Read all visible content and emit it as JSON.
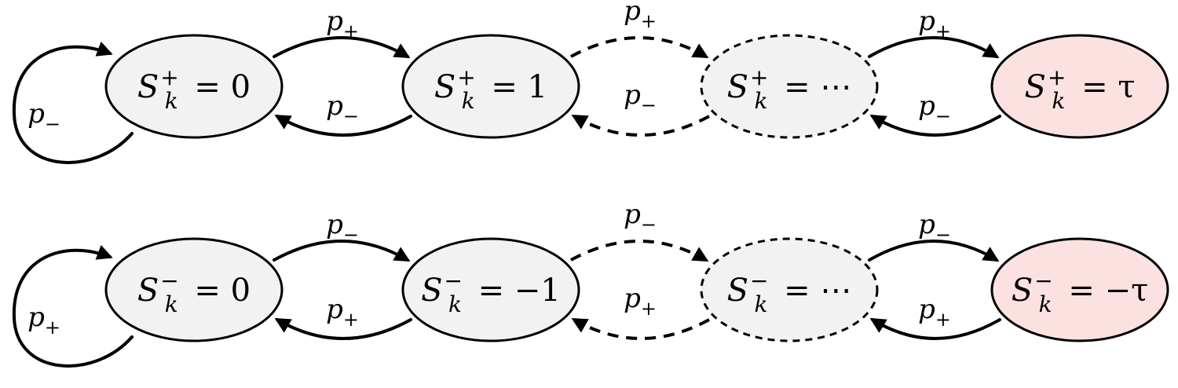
{
  "colors": {
    "node_fill": "#f2f2f2",
    "terminal_fill": "#fbe2e0",
    "stroke": "#000000"
  },
  "chains": [
    {
      "id": "positive",
      "sign": "+",
      "nodes": [
        {
          "var": "S",
          "sub": "k",
          "sup": "+",
          "rhs": "= 0",
          "fill": "node",
          "dashed": false
        },
        {
          "var": "S",
          "sub": "k",
          "sup": "+",
          "rhs": "= 1",
          "fill": "node",
          "dashed": false
        },
        {
          "var": "S",
          "sub": "k",
          "sup": "+",
          "rhs": "= ⋯",
          "fill": "node",
          "dashed": true
        },
        {
          "var": "S",
          "sub": "k",
          "sup": "+",
          "rhs": "= τ",
          "fill": "terminal",
          "dashed": false
        }
      ],
      "self_loop_label": {
        "p": "p",
        "sub": "−"
      },
      "forward_labels": [
        {
          "p": "p",
          "sub": "+"
        },
        {
          "p": "p",
          "sub": "+"
        },
        {
          "p": "p",
          "sub": "+"
        }
      ],
      "backward_labels": [
        {
          "p": "p",
          "sub": "−"
        },
        {
          "p": "p",
          "sub": "−"
        },
        {
          "p": "p",
          "sub": "−"
        }
      ]
    },
    {
      "id": "negative",
      "sign": "−",
      "nodes": [
        {
          "var": "S",
          "sub": "k",
          "sup": "−",
          "rhs": "= 0",
          "fill": "node",
          "dashed": false
        },
        {
          "var": "S",
          "sub": "k",
          "sup": "−",
          "rhs": "= −1",
          "fill": "node",
          "dashed": false
        },
        {
          "var": "S",
          "sub": "k",
          "sup": "−",
          "rhs": "= ⋯",
          "fill": "node",
          "dashed": true
        },
        {
          "var": "S",
          "sub": "k",
          "sup": "−",
          "rhs": "= −τ",
          "fill": "terminal",
          "dashed": false
        }
      ],
      "self_loop_label": {
        "p": "p",
        "sub": "+"
      },
      "forward_labels": [
        {
          "p": "p",
          "sub": "−"
        },
        {
          "p": "p",
          "sub": "−"
        },
        {
          "p": "p",
          "sub": "−"
        }
      ],
      "backward_labels": [
        {
          "p": "p",
          "sub": "+"
        },
        {
          "p": "p",
          "sub": "+"
        },
        {
          "p": "p",
          "sub": "+"
        }
      ]
    }
  ]
}
